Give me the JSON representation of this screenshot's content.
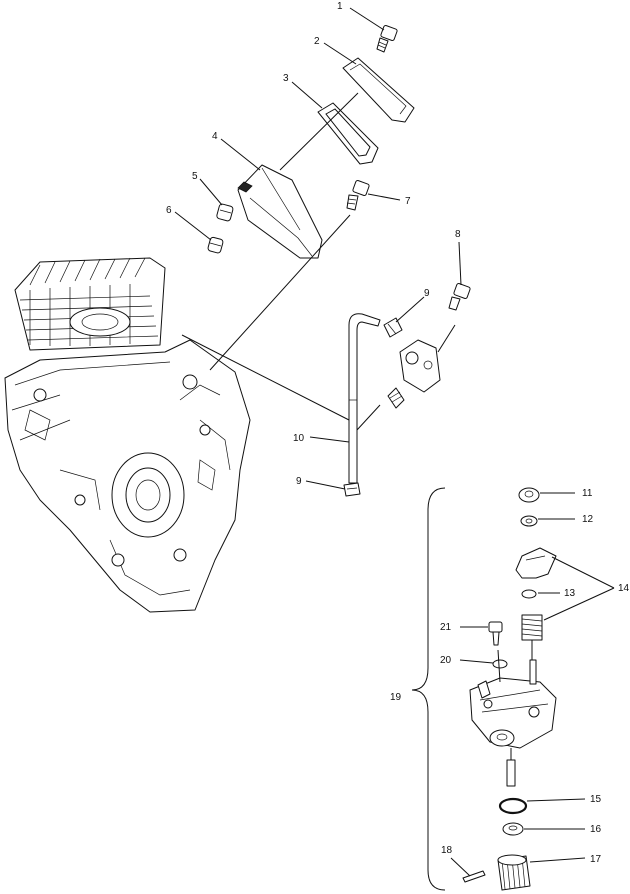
{
  "callouts": {
    "c1": "1",
    "c2": "2",
    "c3": "3",
    "c4": "4",
    "c5": "5",
    "c6": "6",
    "c7": "7",
    "c8": "8",
    "c9a": "9",
    "c9b": "9",
    "c10": "10",
    "c11": "11",
    "c12": "12",
    "c13": "13",
    "c14": "14",
    "c15": "15",
    "c16": "16",
    "c17": "17",
    "c18": "18",
    "c19": "19",
    "c20": "20",
    "c21": "21"
  },
  "colors": {
    "line": "#111111",
    "background": "#ffffff"
  }
}
